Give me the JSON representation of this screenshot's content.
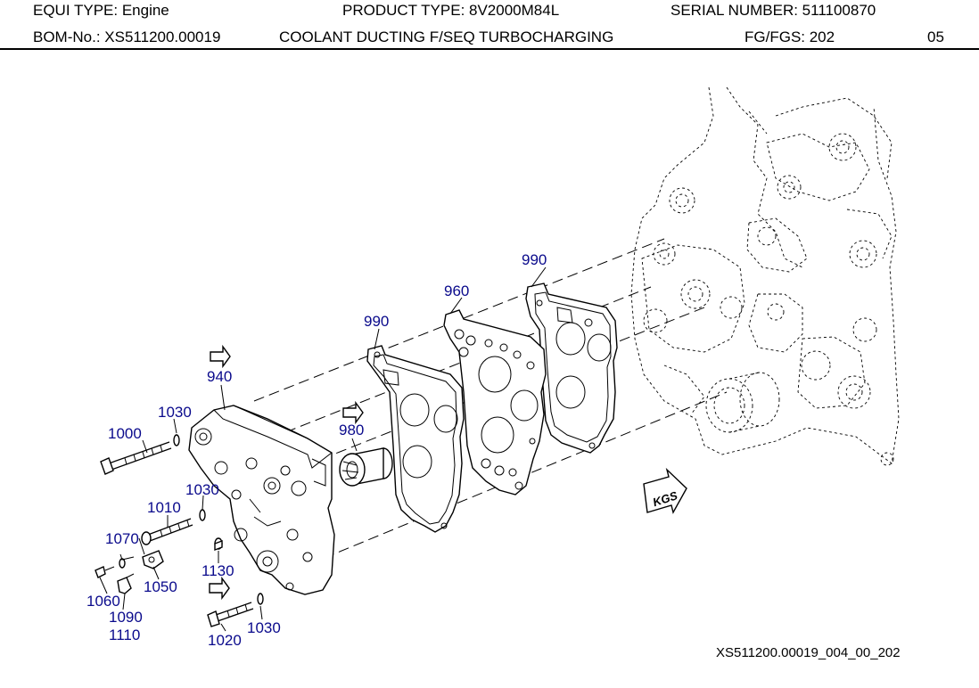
{
  "header": {
    "equi_type": "EQUI TYPE:  Engine",
    "product_type": "PRODUCT TYPE:  8V2000M84L",
    "serial_number": "SERIAL NUMBER:  511100870",
    "bom_no": "BOM-No.:  XS511200.00019",
    "description": "COOLANT DUCTING F/SEQ TURBOCHARGING",
    "fg_fgs": "FG/FGS:  202",
    "page": "05"
  },
  "callouts": {
    "c990a": "990",
    "c960": "960",
    "c990b": "990",
    "c940": "940",
    "c980": "980",
    "c1030a": "1030",
    "c1000": "1000",
    "c1030b": "1030",
    "c1010": "1010",
    "c1070": "1070",
    "c1130": "1130",
    "c1050": "1050",
    "c1060": "1060",
    "c1090": "1090",
    "c1110": "1110",
    "c1020": "1020",
    "c1030c": "1030"
  },
  "direction_label": "KGS",
  "drawing_reference": "XS511200.00019_004_00_202"
}
